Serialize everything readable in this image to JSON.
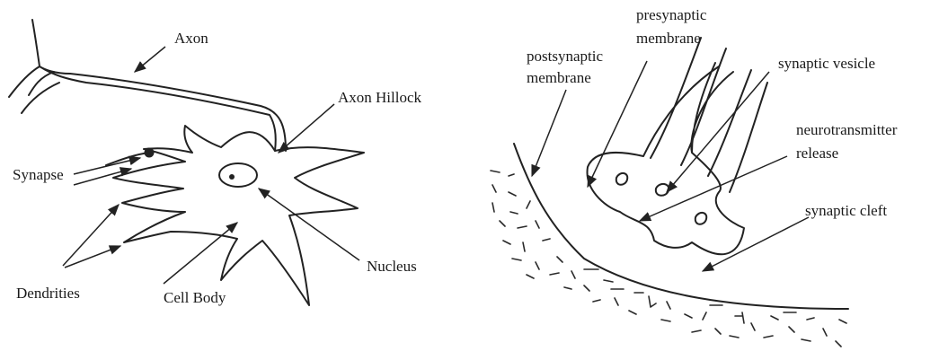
{
  "neuron": {
    "labels": {
      "axon": "Axon",
      "axon_hillock": "Axon Hillock",
      "synapse": "Synapse",
      "dendrities": "Dendrities",
      "cell_body": "Cell Body",
      "nucleus": "Nucleus"
    }
  },
  "synapse_detail": {
    "labels": {
      "postsynaptic_1": "postsynaptic",
      "postsynaptic_2": "membrane",
      "presynaptic_1": "presynaptic",
      "presynaptic_2": "membrane",
      "vesicle": "synaptic vesicle",
      "neurotransmitter_1": "neurotransmitter",
      "neurotransmitter_2": "release",
      "cleft": "synaptic cleft"
    }
  },
  "colors": {
    "ink": "#222222",
    "background": "#ffffff"
  }
}
